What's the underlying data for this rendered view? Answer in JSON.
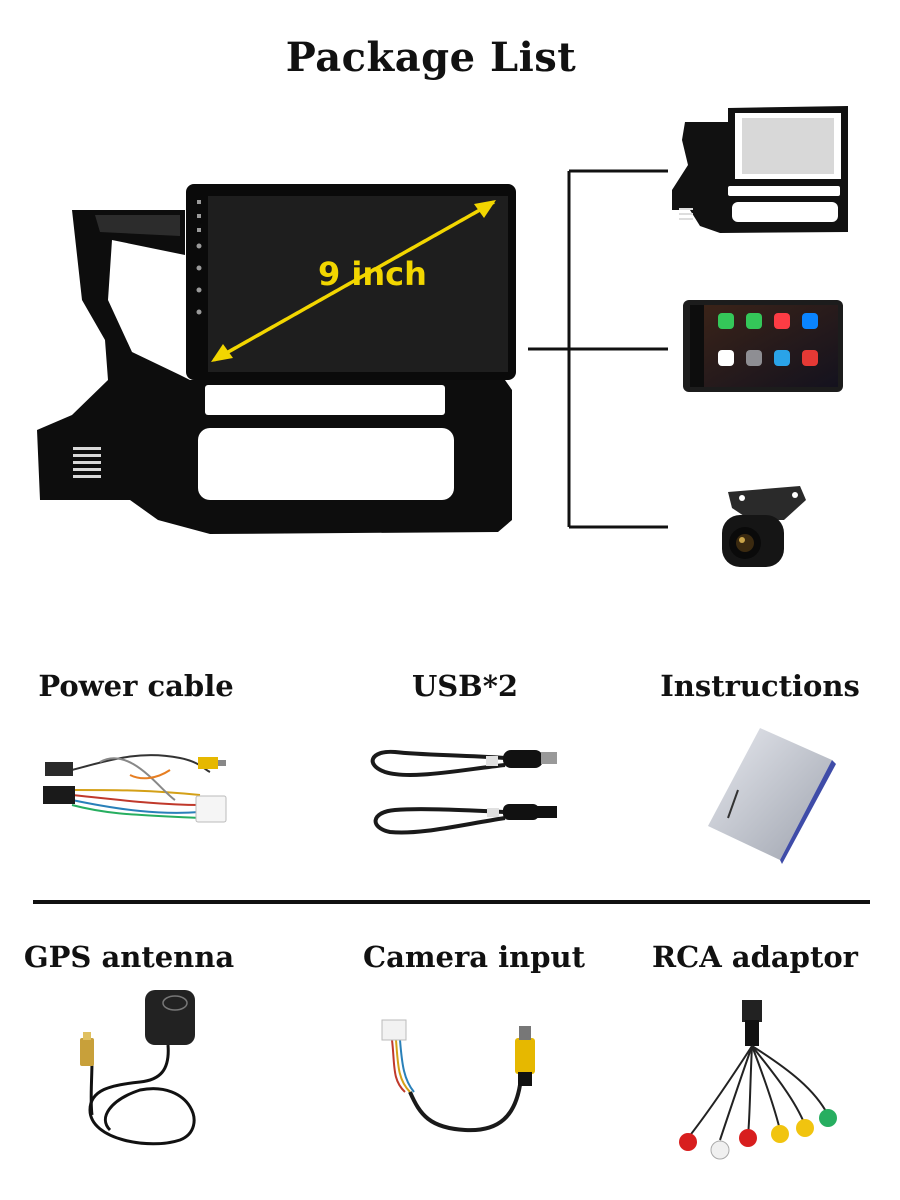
{
  "page": {
    "title": "Package List",
    "screen_size_label": "9 inch"
  },
  "items": [
    {
      "label": "Power cable"
    },
    {
      "label": "USB*2"
    },
    {
      "label": "Instructions"
    },
    {
      "label": "GPS antenna"
    },
    {
      "label": "Camera input"
    },
    {
      "label": "RCA adaptor"
    }
  ],
  "colors": {
    "frame_black": "#0d0d0d",
    "screen_dark": "#1e1e1e",
    "arrow_yellow": "#f2d600",
    "cable_black": "#1a1a1a",
    "connector_yellow": "#e6b800",
    "manual_silver": "#c8cbd2",
    "rca_red": "#d81e1e",
    "rca_white": "#f0f0f0",
    "rca_yellow": "#f1c40f",
    "rca_green": "#27ae60"
  }
}
